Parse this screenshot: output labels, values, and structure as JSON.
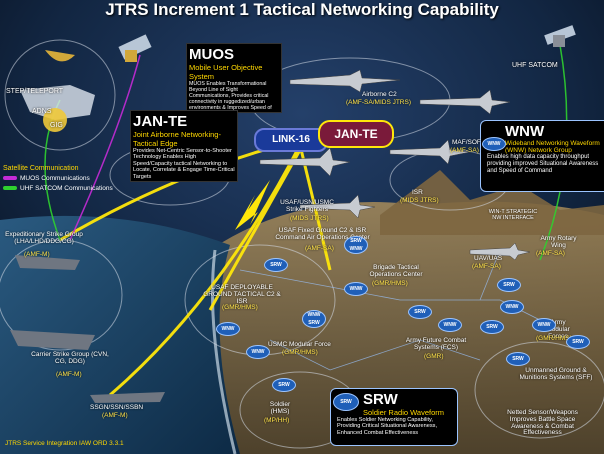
{
  "title": "JTRS Increment 1 Tactical Networking Capability",
  "footer": "JTRS Service Integration IAW ORD 3.3.1",
  "boxes": {
    "muos": {
      "heading": "MUOS",
      "subtitle": "Mobile User Objective System",
      "body": "MUOS Enables Transformational Beyond Line of Sight Communications, Provides critical connectivity in ruggedized/urban environments & Improves Speed of Command"
    },
    "jante": {
      "heading": "JAN-TE",
      "subtitle": "Joint Airborne Networking-Tactical Edge",
      "body": "Provides Net-Centric Sensor-to-Shooter Technology Enables High Speed/Capacity tactical Networking to Locate, Correlate & Engage Time-Critical Targets"
    },
    "wnw": {
      "heading": "WNW",
      "subtitle": "Wideband Networking Waveform (WNW) Network Group",
      "body": "Enables high data capacity throughput providing improved Situational Awareness and Speed of Command"
    },
    "srw": {
      "heading": "SRW",
      "subtitle": "Soldier Radio Waveform",
      "body": "Enables Soldier Networking Capability, Providing Critical Situational Awareness, Enhanced Combat Effectiveness"
    }
  },
  "center_pills": {
    "link16": "LINK-16",
    "jante": "JAN-TE"
  },
  "legend": {
    "title": "Satellite Communication",
    "items": [
      {
        "label": "MUOS Communications",
        "color": "#c42bd6"
      },
      {
        "label": "UHF SATCOM Communications",
        "color": "#2fd12f"
      }
    ]
  },
  "labels": {
    "uhf_satcom": "UHF SATCOM",
    "step": "STEP/TELEPORT",
    "adns": "ADNS",
    "gig": "GIG",
    "airborne_c2": "Airborne C2",
    "airborne_c2_sub": "(AMF-SA/MIDS JTRS)",
    "maf_sof": "MAF/SOF",
    "maf_sof_sub": "(AMF-SA)",
    "isr": "ISR",
    "isr_sub": "(MIDS JTRS)",
    "fighters": "USAF/USN/USMC Strike Fighters",
    "fighters_sub": "(MIDS JTRS)",
    "exp_strike": "Expeditionary Strike Group (LHA/LHD/DDG/CG)",
    "exp_strike_sub": "(AMF-M)",
    "carrier": "Carrier Strike Group (CVN, CG, DDG)",
    "carrier_sub": "(AMF-M)",
    "ssgn": "SSGN/SSN/SSBN",
    "ssgn_sub": "(AMF-M)",
    "usaf_fixed": "USAF Fixed Ground C2 & ISR Command Air Operations Center",
    "usaf_fixed_sub": "(AMF-SA)",
    "usaf_deployable": "USAF DEPLOYABLE GROUND TACTICAL C2 & ISR",
    "usaf_deployable_sub": "(GMR/HMS)",
    "brigade": "Brigade Tactical Operations Center",
    "brigade_sub": "(GMR/HMS)",
    "usmc": "USMC Modular Force",
    "usmc_sub": "(GMR/HMS)",
    "soldier": "Soldier (HMS)",
    "soldier_sub": "(MP/HH)",
    "fcs": "Army Future Combat Systems (FCS)",
    "fcs_sub": "(GMR)",
    "uav": "UAV/UAS",
    "uav_sub": "(AMF-SA)",
    "army_rotary": "Army Rotary Wing",
    "army_rotary_sub": "(AMF-SA)",
    "army_modular": "Army Modular Forces",
    "army_modular_sub": "(GMR/HMS)",
    "ugs": "Unmanned Ground & Munitions Systems (SFF)",
    "sensors": "Netted Sensor/Weapons Improves Battle Space Awareness & Combat Effectiveness",
    "wint": "WIN-T STRATEGIC NW INTERFACE"
  },
  "net_nodes": [
    "SRW",
    "WNW",
    "WNW SRW",
    "WNW",
    "SRW",
    "SRW",
    "SRW",
    "WNW",
    "WNW",
    "SRW WNW",
    "WNW",
    "SRW",
    "SRW",
    "WNW",
    "SRW"
  ]
}
